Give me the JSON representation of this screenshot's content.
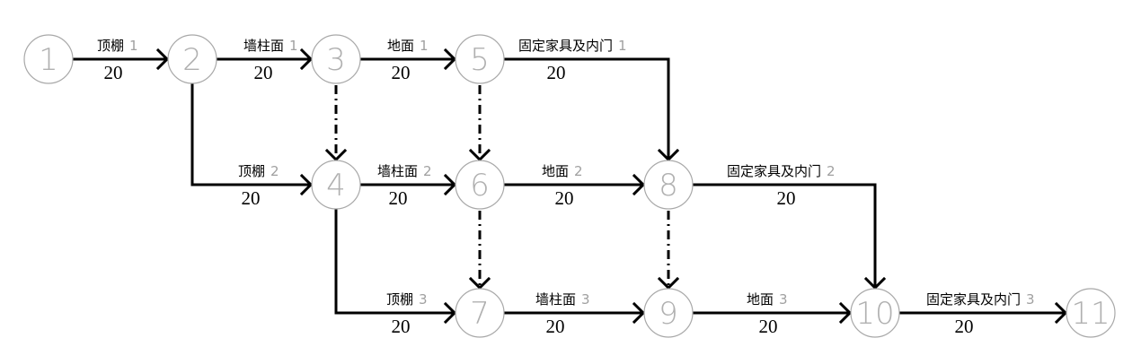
{
  "diagram": {
    "type": "activity-on-arrow network",
    "nodes": [
      {
        "id": "1",
        "label": "1"
      },
      {
        "id": "2",
        "label": "2"
      },
      {
        "id": "3",
        "label": "3"
      },
      {
        "id": "4",
        "label": "4"
      },
      {
        "id": "5",
        "label": "5"
      },
      {
        "id": "6",
        "label": "6"
      },
      {
        "id": "7",
        "label": "7"
      },
      {
        "id": "8",
        "label": "8"
      },
      {
        "id": "9",
        "label": "9"
      },
      {
        "id": "10",
        "label": "10"
      },
      {
        "id": "11",
        "label": "11"
      }
    ],
    "activities": [
      {
        "from": "1",
        "to": "2",
        "name": "顶棚",
        "seq": "1",
        "duration": "20"
      },
      {
        "from": "2",
        "to": "3",
        "name": "墙柱面",
        "seq": "1",
        "duration": "20"
      },
      {
        "from": "3",
        "to": "5",
        "name": "地面",
        "seq": "1",
        "duration": "20"
      },
      {
        "from": "5",
        "to": "8",
        "name": "固定家具及内门",
        "seq": "1",
        "duration": "20"
      },
      {
        "from": "2",
        "to": "4",
        "name": "顶棚",
        "seq": "2",
        "duration": "20"
      },
      {
        "from": "4",
        "to": "6",
        "name": "墙柱面",
        "seq": "2",
        "duration": "20"
      },
      {
        "from": "6",
        "to": "8",
        "name": "地面",
        "seq": "2",
        "duration": "20"
      },
      {
        "from": "8",
        "to": "10",
        "name": "固定家具及内门",
        "seq": "2",
        "duration": "20"
      },
      {
        "from": "4",
        "to": "7",
        "name": "顶棚",
        "seq": "3",
        "duration": "20"
      },
      {
        "from": "7",
        "to": "9",
        "name": "墙柱面",
        "seq": "3",
        "duration": "20"
      },
      {
        "from": "9",
        "to": "10",
        "name": "地面",
        "seq": "3",
        "duration": "20"
      },
      {
        "from": "10",
        "to": "11",
        "name": "固定家具及内门",
        "seq": "3",
        "duration": "20"
      }
    ],
    "dummies": [
      {
        "from": "3",
        "to": "4"
      },
      {
        "from": "5",
        "to": "6"
      },
      {
        "from": "6",
        "to": "7"
      },
      {
        "from": "8",
        "to": "9"
      }
    ]
  }
}
